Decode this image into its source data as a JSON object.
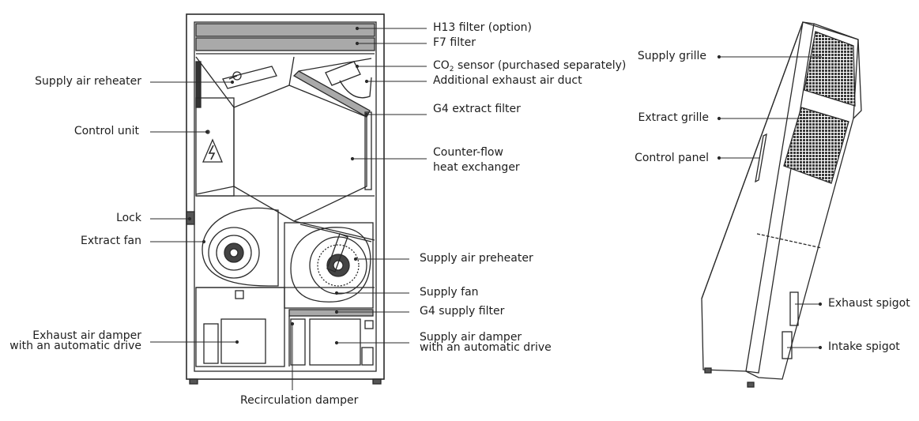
{
  "unit_labels": {
    "h13_filter": "H13 filter (option)",
    "f7_filter": "F7 filter",
    "co2_sensor_prefix": "CO",
    "co2_sensor_sub": "2",
    "co2_sensor_rest": " sensor (purchased separately)",
    "additional_exhaust_duct": "Additional exhaust air duct",
    "g4_extract_filter": "G4 extract filter",
    "counter_flow_line1": "Counter-flow",
    "counter_flow_line2": "heat exchanger",
    "supply_air_preheater": "Supply air preheater",
    "supply_fan": "Supply fan",
    "g4_supply_filter": "G4 supply filter",
    "supply_damper_line1": "Supply air damper",
    "supply_damper_line2": "with an automatic drive",
    "recirculation_damper": "Recirculation damper",
    "supply_air_reheater": "Supply air reheater",
    "control_unit": "Control unit",
    "lock": "Lock",
    "extract_fan": "Extract fan",
    "exhaust_damper_line1": "Exhaust air damper",
    "exhaust_damper_line2": "with an automatic drive"
  },
  "exterior_labels": {
    "supply_grille": "Supply grille",
    "extract_grille": "Extract grille",
    "control_panel": "Control panel",
    "exhaust_spigot": "Exhaust spigot",
    "intake_spigot": "Intake spigot"
  },
  "colors": {
    "line": "#2a2a2a",
    "filter_fill": "#a9a9a9",
    "grille_fill": "#3a3a3a"
  },
  "icons": [
    "high-voltage-warning-icon"
  ]
}
